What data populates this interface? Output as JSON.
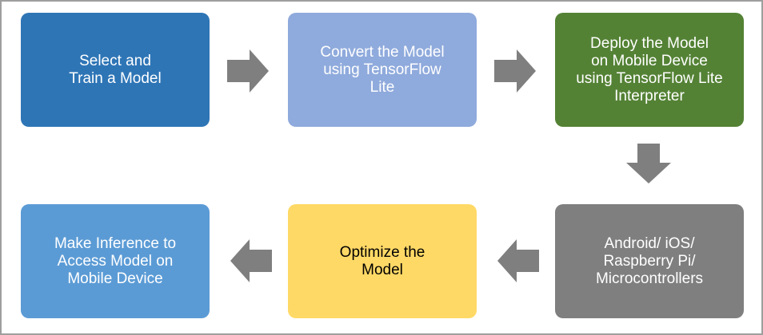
{
  "steps": [
    {
      "id": "select-train",
      "label": "Select and\nTrain a Model",
      "fill": "#2e75b6",
      "text_color": "#ffffff"
    },
    {
      "id": "convert",
      "label": "Convert the Model\nusing TensorFlow\nLite",
      "fill": "#8faadc",
      "text_color": "#ffffff"
    },
    {
      "id": "deploy",
      "label": "Deploy the Model\non Mobile Device\nusing TensorFlow Lite\nInterpreter",
      "fill": "#548235",
      "text_color": "#ffffff"
    },
    {
      "id": "devices",
      "label": "Android/ iOS/\nRaspberry Pi/\nMicrocontrollers",
      "fill": "#7f7f7f",
      "text_color": "#ffffff"
    },
    {
      "id": "optimize",
      "label": "Optimize the\nModel",
      "fill": "#ffd966",
      "text_color": "#000000"
    },
    {
      "id": "inference",
      "label": "Make Inference to\nAccess Model on\nMobile Device",
      "fill": "#5b9bd5",
      "text_color": "#ffffff"
    }
  ],
  "arrow_color": "#7f7f7f",
  "border_color": "#9e9e9e"
}
